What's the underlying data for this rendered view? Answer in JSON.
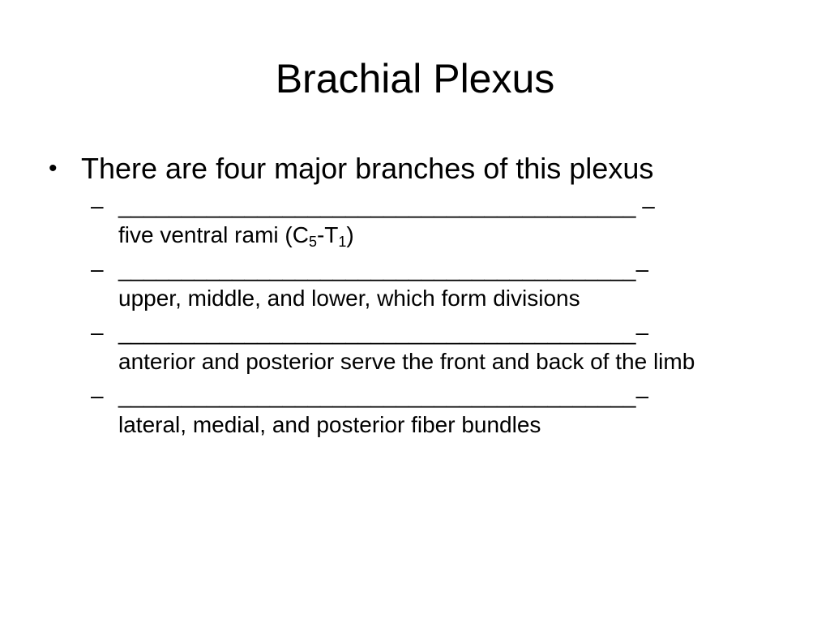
{
  "slide": {
    "title": "Brachial Plexus",
    "bullet": {
      "marker": "•",
      "text": "There are four major branches of this plexus"
    },
    "sub_items": [
      {
        "dash": "–",
        "blank": "_________________________________________ –",
        "text_before": "five ventral rami (C",
        "sub1": "5",
        "text_middle": "-T",
        "sub2": "1",
        "text_after": ")"
      },
      {
        "dash": "–",
        "blank": "_________________________________________–",
        "text": "upper, middle, and lower, which form divisions"
      },
      {
        "dash": "–",
        "blank": "_________________________________________–",
        "text": "anterior and posterior serve the front and back of the limb"
      },
      {
        "dash": "–",
        "blank": "_________________________________________–",
        "text": "lateral, medial, and posterior fiber bundles"
      }
    ]
  }
}
